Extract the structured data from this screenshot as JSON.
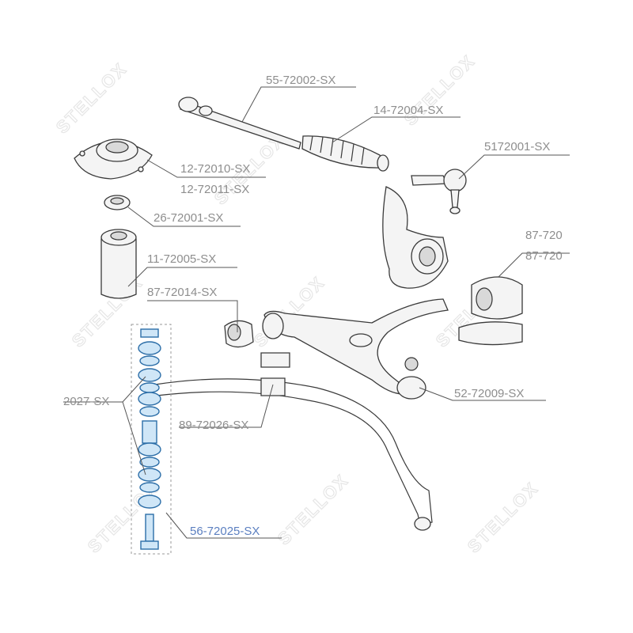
{
  "watermark": {
    "text": "STELLOX"
  },
  "labels": {
    "tie_rod": "55-72002-SX",
    "boot": "14-72004-SX",
    "tie_rod_end": "5172001-SX",
    "strut_mount_1": "12-72010-SX",
    "strut_mount_2": "12-72011-SX",
    "bearing": "26-72001-SX",
    "bump_stop": "11-72005-SX",
    "bushing_front": "87-72014-SX",
    "bushing_rear_1": "87-720",
    "bushing_rear_2": "87-720",
    "ball_joint": "52-72009-SX",
    "stab_bushing": "89-72026-SX",
    "link_kit": "2027-SX",
    "link_bolt": "56-72025-SX"
  },
  "colors": {
    "label": "#8e8e8e",
    "highlight": "#5b7fc0",
    "part_highlight": "#cfe6f7"
  }
}
